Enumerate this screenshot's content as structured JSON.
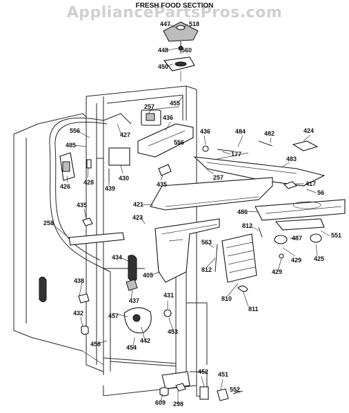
{
  "watermark": "AppliancePartsPros.com",
  "title": "FRESH FOOD SECTION",
  "callouts": {
    "c447": "447",
    "c518": "518",
    "c448": "448",
    "c560": "560",
    "c450": "450",
    "c455": "455",
    "c257a": "257",
    "c436a": "436",
    "c436b": "436",
    "c484": "484",
    "c482": "482",
    "c424": "424",
    "c556a": "556",
    "c485": "485",
    "c427": "427",
    "c556b": "556",
    "c177": "177",
    "c483": "483",
    "c426": "426",
    "c428": "428",
    "c439": "439",
    "c430": "430",
    "c435a": "435",
    "c257b": "257",
    "c417": "417",
    "c56": "56",
    "c421": "421",
    "c486": "486",
    "c435b": "435",
    "c258": "258",
    "c423": "423",
    "c812a": "812",
    "c551": "551",
    "c487": "487",
    "c563": "563",
    "c429a": "429",
    "c425": "425",
    "c434": "434",
    "c405": "405",
    "c812b": "812",
    "c429b": "429",
    "c438": "438",
    "c437": "437",
    "c431": "431",
    "c810": "810",
    "c811": "811",
    "c457": "457",
    "c432": "432",
    "c442": "442",
    "c453": "453",
    "c458": "458",
    "c454": "454",
    "c452": "452",
    "c451": "451",
    "c552": "552",
    "c609": "609",
    "c298": "298"
  }
}
